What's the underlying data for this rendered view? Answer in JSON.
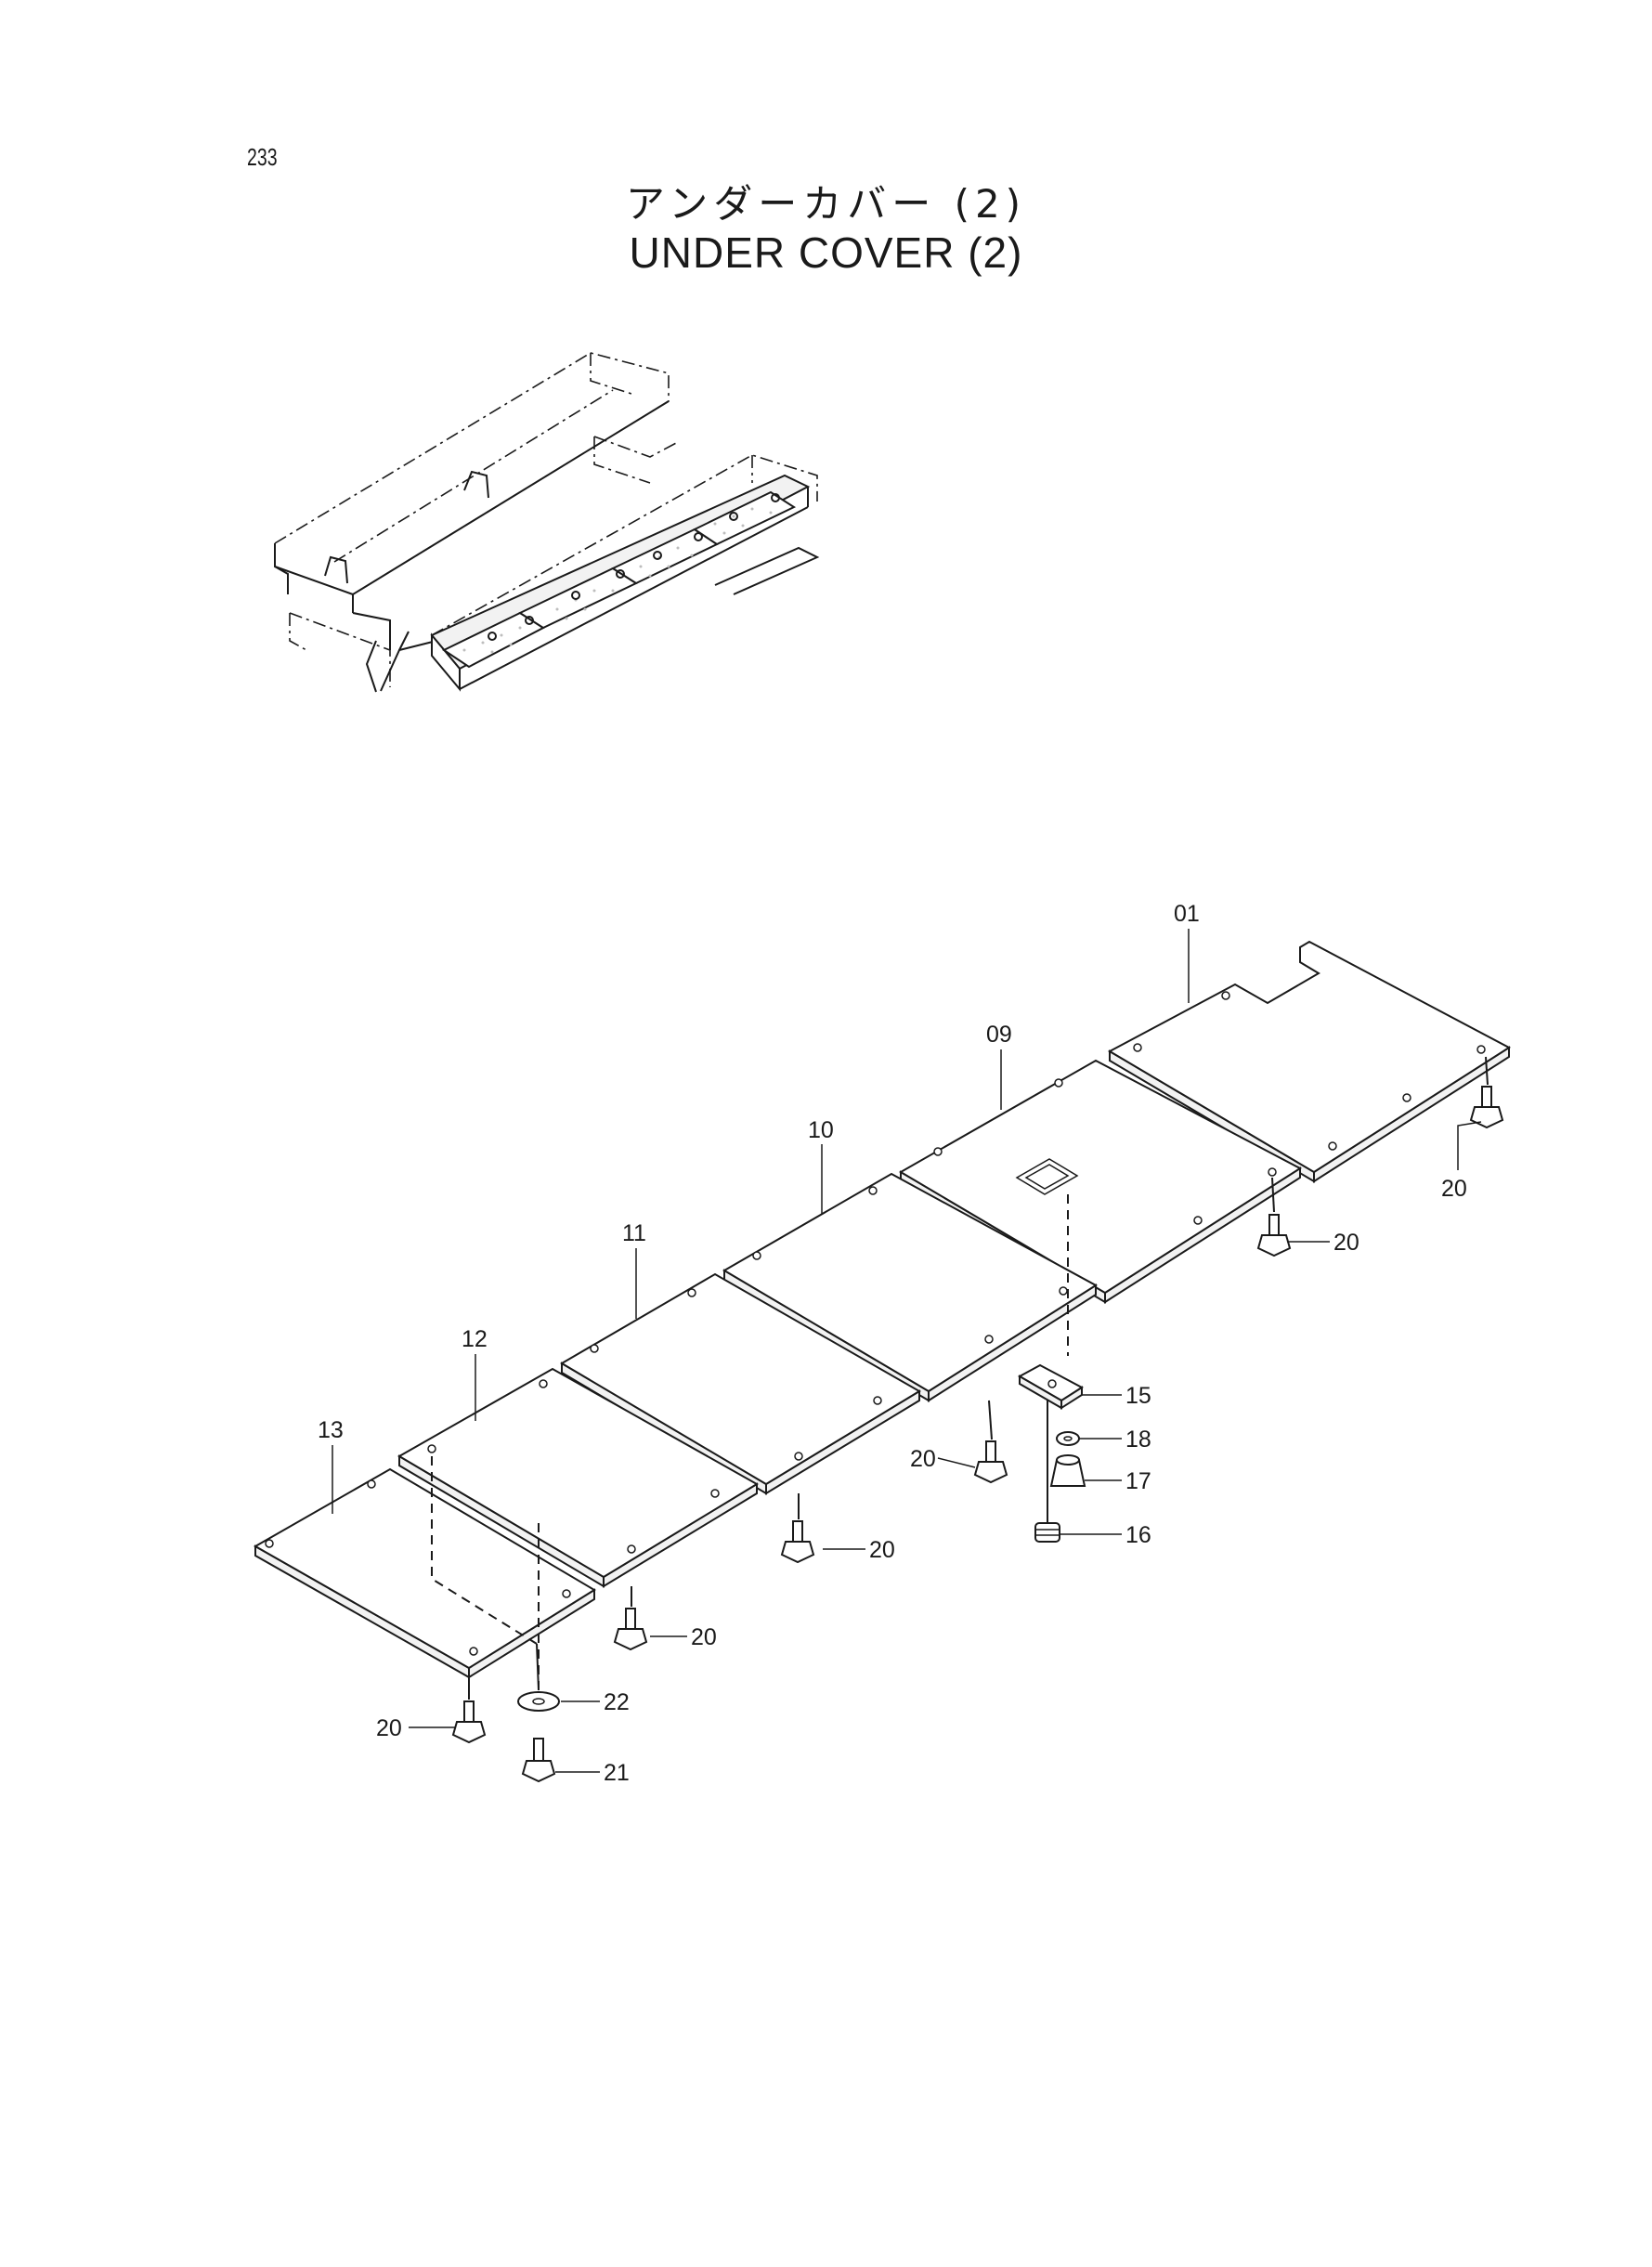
{
  "page": {
    "number": "233",
    "title_jp": "アンダーカバー (2)",
    "title_en": "UNDER  COVER (2)"
  },
  "diagram": {
    "callouts": [
      {
        "id": "c01",
        "label": "01"
      },
      {
        "id": "c09",
        "label": "09"
      },
      {
        "id": "c10",
        "label": "10"
      },
      {
        "id": "c11",
        "label": "11"
      },
      {
        "id": "c12",
        "label": "12"
      },
      {
        "id": "c13",
        "label": "13"
      },
      {
        "id": "c15",
        "label": "15"
      },
      {
        "id": "c16",
        "label": "16"
      },
      {
        "id": "c17",
        "label": "17"
      },
      {
        "id": "c18",
        "label": "18"
      },
      {
        "id": "c20a",
        "label": "20"
      },
      {
        "id": "c20b",
        "label": "20"
      },
      {
        "id": "c20c",
        "label": "20"
      },
      {
        "id": "c20d",
        "label": "20"
      },
      {
        "id": "c20e",
        "label": "20"
      },
      {
        "id": "c20f",
        "label": "20"
      },
      {
        "id": "c21",
        "label": "21"
      },
      {
        "id": "c22",
        "label": "22"
      }
    ]
  }
}
